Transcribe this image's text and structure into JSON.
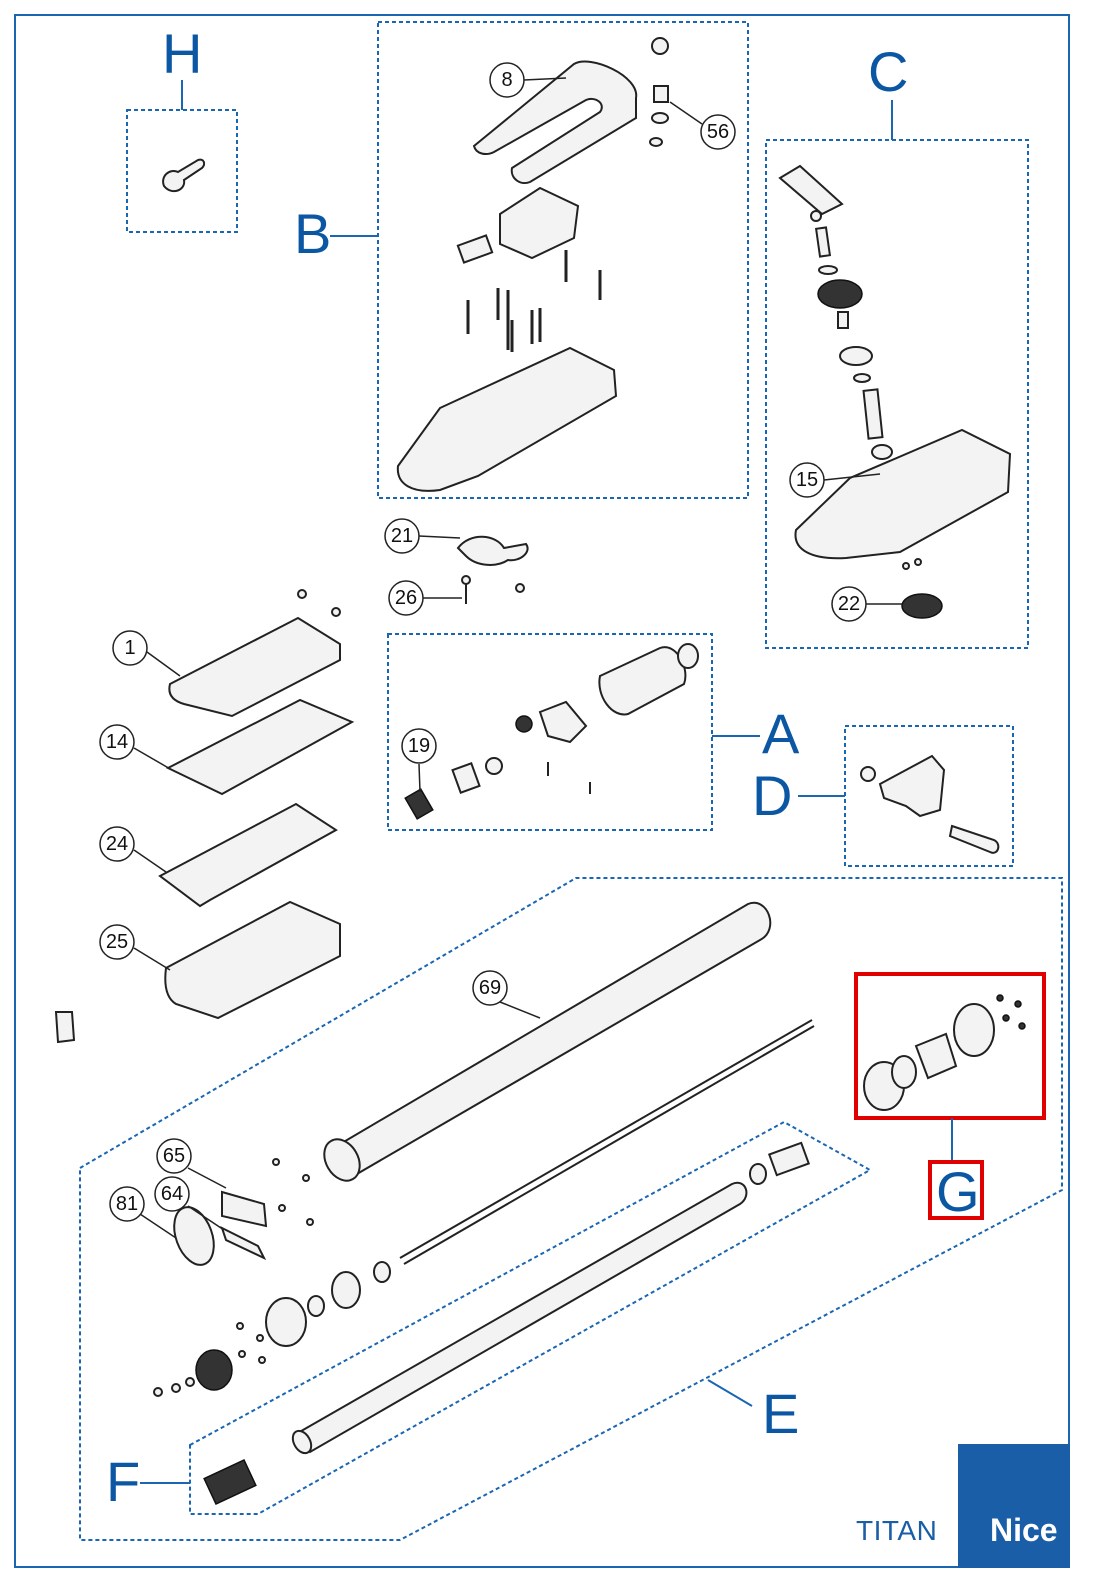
{
  "group_letters": {
    "A": "A",
    "B": "B",
    "C": "C",
    "D": "D",
    "E": "E",
    "F": "F",
    "G": "G",
    "H": "H"
  },
  "part_numbers": [
    "8",
    "56",
    "15",
    "22",
    "21",
    "26",
    "1",
    "19",
    "14",
    "24",
    "25",
    "69",
    "65",
    "64",
    "81"
  ],
  "footer": {
    "model": "TITAN",
    "brand": "Nice"
  },
  "colors": {
    "group_outline": "#1a66b3",
    "highlight": "#e00000",
    "brand_blue": "#1a5ea8"
  }
}
